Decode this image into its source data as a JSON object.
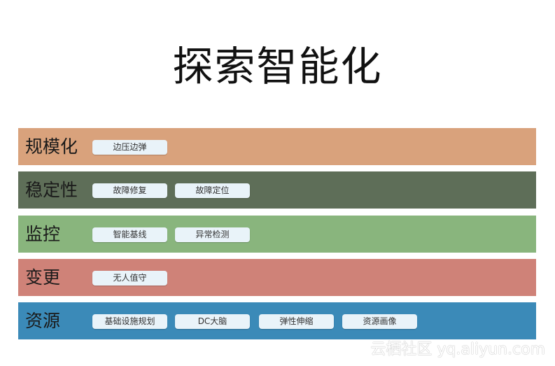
{
  "title": "探索智能化",
  "rows": [
    {
      "label": "规模化",
      "color": "#d9a27c",
      "items": [
        "边压边弹"
      ]
    },
    {
      "label": "稳定性",
      "color": "#5e6e58",
      "items": [
        "故障修复",
        "故障定位"
      ]
    },
    {
      "label": "监控",
      "color": "#89b57d",
      "items": [
        "智能基线",
        "异常检测"
      ]
    },
    {
      "label": "变更",
      "color": "#cf8278",
      "items": [
        "无人值守"
      ]
    },
    {
      "label": "资源",
      "color": "#3b8ab8",
      "items": [
        "基础设施规划",
        "DC大脑",
        "弹性伸缩",
        "资源画像"
      ]
    }
  ],
  "watermark": "云栖社区 yq.aliyun.com"
}
